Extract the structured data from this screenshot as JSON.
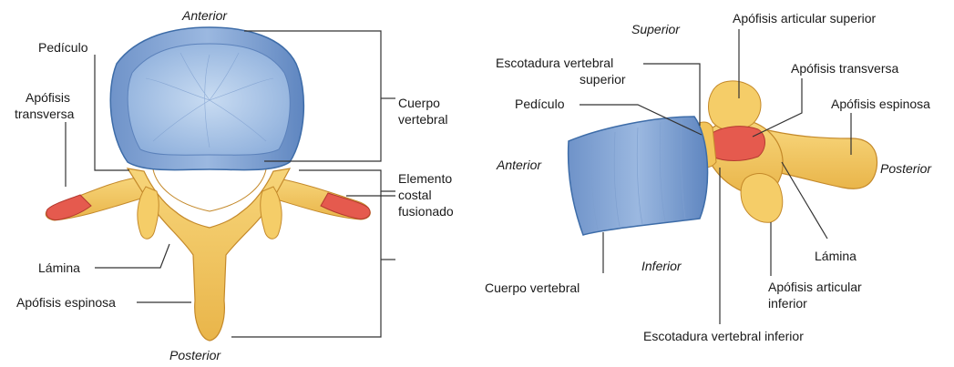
{
  "superior_view": {
    "orientation": {
      "anterior": "Anterior",
      "posterior": "Posterior"
    },
    "labels": {
      "pedicle": "Pedículo",
      "transverse_process": [
        "Apófisis",
        "transversa"
      ],
      "vertebral_body": [
        "Cuerpo",
        "vertebral"
      ],
      "costal_element": [
        "Elemento",
        "costal",
        "fusionado"
      ],
      "lamina": "Lámina",
      "spinous_process": "Apófisis espinosa"
    }
  },
  "lateral_view": {
    "orientation": {
      "superior": "Superior",
      "anterior": "Anterior",
      "inferior": "Inferior",
      "posterior": "Posterior"
    },
    "labels": {
      "superior_articular_process": "Apófisis articular superior",
      "superior_vertebral_notch": [
        "Escotadura vertebral",
        "superior"
      ],
      "transverse_process": "Apófisis transversa",
      "pedicle": "Pedículo",
      "spinous_process": "Apófisis espinosa",
      "vertebral_body": "Cuerpo vertebral",
      "lamina": "Lámina",
      "inferior_articular_process": [
        "Apófisis articular",
        "inferior"
      ],
      "inferior_vertebral_notch": "Escotadura vertebral inferior"
    }
  },
  "colors": {
    "body_fill": "#a9c3e6",
    "body_edge": "#3d6ca8",
    "bone_fill": "#f2c45a",
    "bone_edge": "#c4892a",
    "costal_red": "#e55a4e"
  }
}
